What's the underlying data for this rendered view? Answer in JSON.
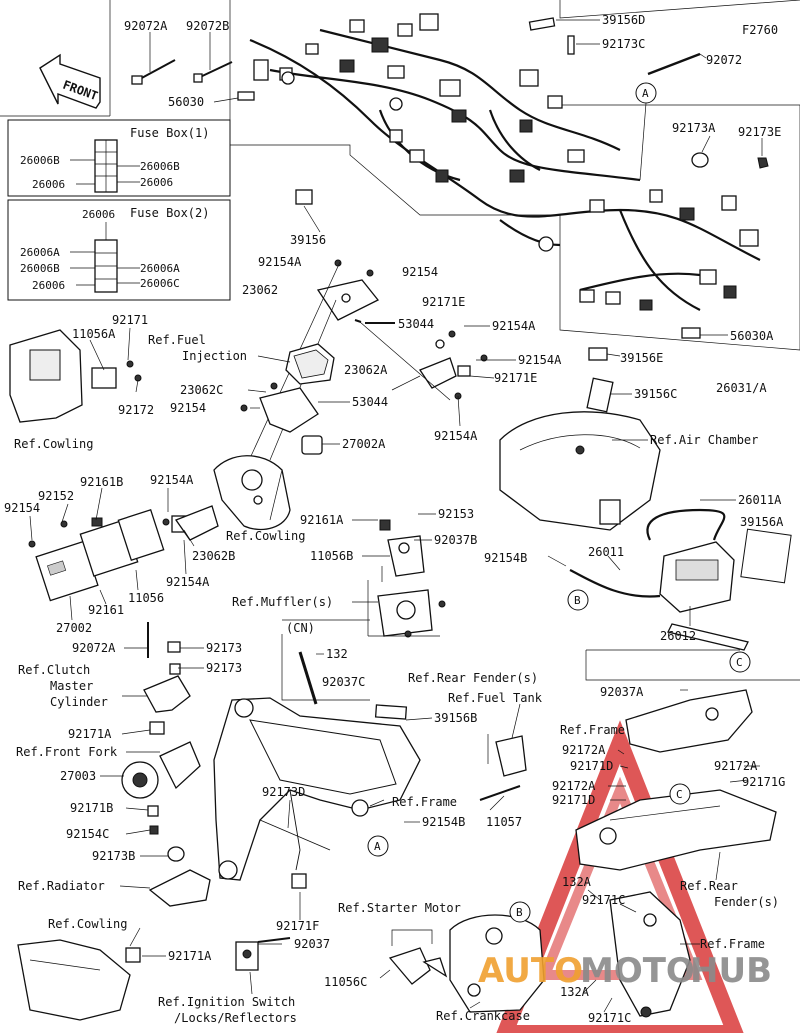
{
  "diagram_id": "F2760",
  "front_label": "FRONT",
  "fuse_box_1": {
    "title": "Fuse Box(1)",
    "labels": [
      "26006B",
      "26006B",
      "26006",
      "26006"
    ]
  },
  "fuse_box_2": {
    "title": "Fuse Box(2)",
    "labels": [
      "26006",
      "26006A",
      "26006B",
      "26006A",
      "26006",
      "26006C"
    ]
  },
  "parts": {
    "p92072A": "92072A",
    "p92072B": "92072B",
    "p56030": "56030",
    "p39156D": "39156D",
    "p92173C": "92173C",
    "p92072": "92072",
    "calloutA": "A",
    "calloutB": "B",
    "calloutC": "C",
    "p92173A": "92173A",
    "p92173E": "92173E",
    "p39156": "39156",
    "p92154A_1": "92154A",
    "p92154_1": "92154",
    "p23062": "23062",
    "p92171E_1": "92171E",
    "p53044_1": "53044",
    "p92154A_2": "92154A",
    "p92154A_3": "92154A",
    "p23062A": "23062A",
    "p92171E_2": "92171E",
    "p39156E": "39156E",
    "p56030A": "56030A",
    "p26031A": "26031/A",
    "p92154A_4": "92154A",
    "p39156C": "39156C",
    "ref_air_chamber": "Ref.Air Chamber",
    "p92171": "92171",
    "p11056A": "11056A",
    "p92172": "92172",
    "ref_fuel_injection_1": "Ref.Fuel",
    "ref_fuel_injection_2": "Injection",
    "p23062C": "23062C",
    "p92154_2": "92154",
    "p53044_2": "53044",
    "p27002A": "27002A",
    "ref_cowling_1": "Ref.Cowling",
    "p92161B": "92161B",
    "p92154A_5": "92154A",
    "p92152": "92152",
    "p92154_3": "92154",
    "ref_cowling_2": "Ref.Cowling",
    "p23062B": "23062B",
    "p92154A_6": "92154A",
    "p92161": "92161",
    "p11056": "11056",
    "p27002": "27002",
    "p92161A": "92161A",
    "p92153": "92153",
    "p92037B": "92037B",
    "p11056B": "11056B",
    "ref_muffler": "Ref.Muffler(s)",
    "p92154B_1": "92154B",
    "p26011": "26011",
    "p26011A": "26011A",
    "p39156A": "39156A",
    "p26012": "26012",
    "p92072A_2": "92072A",
    "p92173_1": "92173",
    "p92173_2": "92173",
    "ref_clutch_1": "Ref.Clutch",
    "ref_clutch_2": "Master",
    "ref_clutch_3": "Cylinder",
    "cn_label": "(CN)",
    "p132": "132",
    "p92037C": "92037C",
    "ref_rear_fender_1": "Ref.Rear Fender(s)",
    "ref_fuel_tank": "Ref.Fuel Tank",
    "p92037A": "92037A",
    "p92171A_1": "92171A",
    "ref_front_fork": "Ref.Front Fork",
    "p39156B": "39156B",
    "ref_frame_1": "Ref.Frame",
    "p27003": "27003",
    "p92173D": "92173D",
    "ref_frame_2": "Ref.Frame",
    "p92172A_1": "92172A",
    "p92171D_1": "92171D",
    "p92172A_2": "92172A",
    "p92172A_3": "92172A",
    "p92171G": "92171G",
    "p92171D_2": "92171D",
    "p11057": "11057",
    "p92171B": "92171B",
    "p92154C": "92154C",
    "p92154B_2": "92154B",
    "p92173B": "92173B",
    "ref_radiator": "Ref.Radiator",
    "p92171F": "92171F",
    "ref_rear_fender_2a": "Ref.Rear",
    "ref_rear_fender_2b": "Fender(s)",
    "ref_starter_motor": "Ref.Starter Motor",
    "p132A_1": "132A",
    "p92171C_1": "92171C",
    "ref_cowling_3": "Ref.Cowling",
    "p92037": "92037",
    "p92171A_2": "92171A",
    "ref_frame_3": "Ref.Frame",
    "p11056C": "11056C",
    "ref_ignition_1": "Ref.Ignition Switch",
    "ref_ignition_2": "/Locks/Reflectors",
    "ref_crankcase": "Ref.Crankcase",
    "p132A_2": "132A",
    "p92171C_2": "92171C"
  },
  "watermark": {
    "text_auto": "AUTO",
    "text_moto": "MOTO",
    "text_hub": "HUB",
    "color_red": "#d93a3a",
    "color_orange": "#f0a030",
    "color_gray": "#8a8a8a"
  }
}
